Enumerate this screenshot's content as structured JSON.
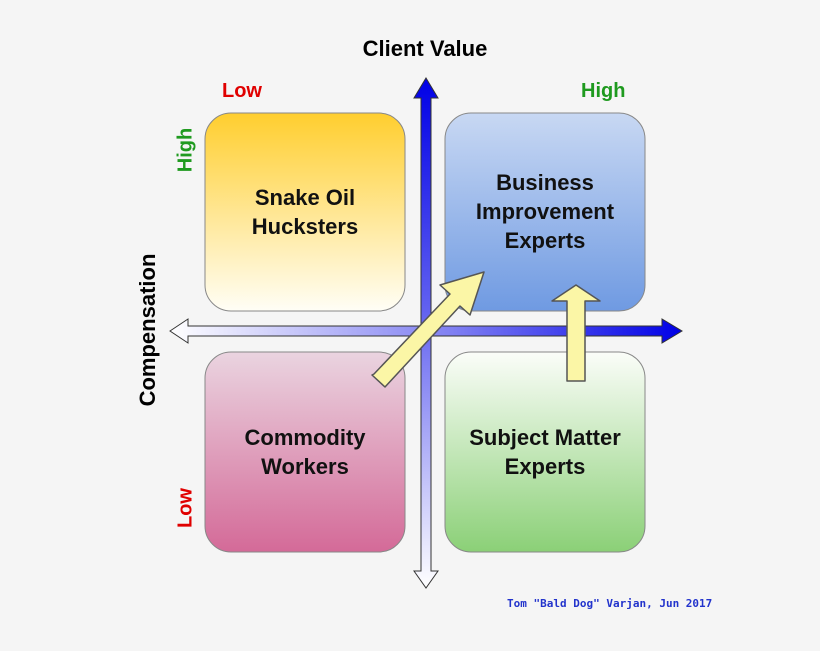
{
  "axes": {
    "x_title": "Client Value",
    "y_title": "Compensation",
    "x_low": "Low",
    "x_high": "High",
    "y_high": "High",
    "y_low": "Low"
  },
  "quadrants": {
    "top_left": {
      "line1": "Snake Oil",
      "line2": "Hucksters"
    },
    "top_right": {
      "line1": "Business",
      "line2": "Improvement",
      "line3": "Experts"
    },
    "bottom_left": {
      "line1": "Commodity",
      "line2": "Workers"
    },
    "bottom_right": {
      "line1": "Subject Matter",
      "line2": "Experts"
    }
  },
  "credit": "Tom \"Bald Dog\" Varjan, Jun 2017",
  "colors": {
    "axis_dark": "#0a0ae0",
    "low_label": "#e00000",
    "high_label": "#1f9a1f",
    "progress_arrow_fill": "#fbf6a6",
    "progress_arrow_stroke": "#555555",
    "top_left_fill": "#ffd23a",
    "top_right_fill": "#7ea7e6",
    "bottom_left_fill": "#d46d9a",
    "bottom_right_fill": "#8cd07a"
  }
}
